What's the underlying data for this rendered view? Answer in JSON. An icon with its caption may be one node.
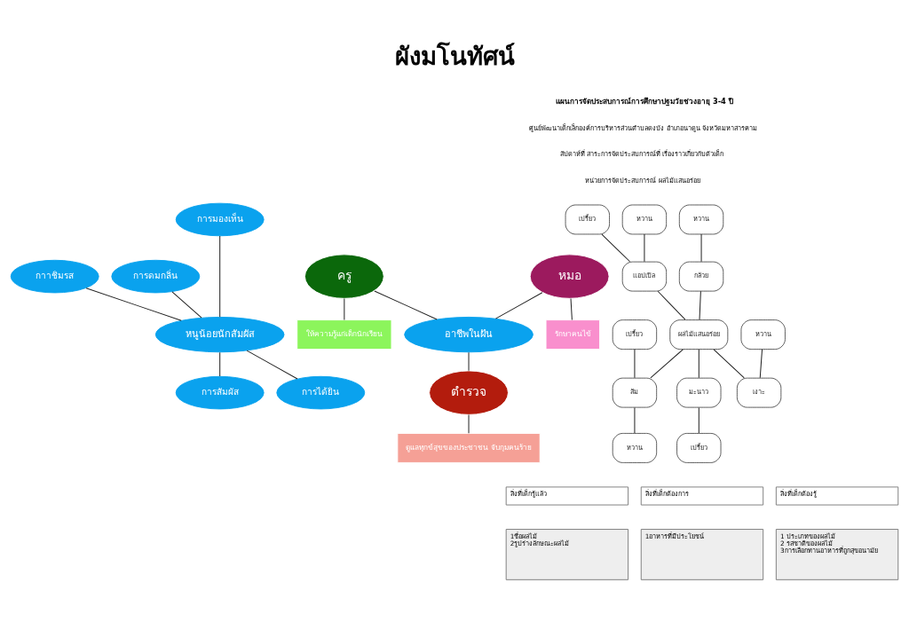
{
  "diagram": {
    "title": "ผังมโนทัศน์",
    "nodes": [
      {
        "text": [
          "การมองเห็น"
        ]
      },
      {
        "text": [
          "กาาชิมรส"
        ]
      },
      {
        "text": [
          "การดมกลิ่น"
        ]
      },
      {
        "text": [
          "หนูน้อยนักสัมผัส"
        ]
      },
      {
        "text": [
          "การสัมผัส"
        ]
      },
      {
        "text": [
          "การได้ยิน"
        ]
      },
      {
        "text": [
          "ครู"
        ]
      },
      {
        "text": [
          "หมอ"
        ]
      },
      {
        "text": [
          "ให้ความรู้แก่เด็กนักเรียน"
        ]
      },
      {
        "text": [
          "รักษาคนไข้"
        ]
      },
      {
        "text": [
          "อาชีพในฝัน"
        ]
      },
      {
        "text": [
          "ตำรวจ"
        ]
      },
      {
        "text": [
          "ดูแลทุกข์สุขของประชาชน จับกุมคนร้าย"
        ]
      },
      {
        "text": [
          "เปรี้ยว"
        ]
      },
      {
        "text": [
          "หวาน"
        ]
      },
      {
        "text": [
          "หวาน"
        ]
      },
      {
        "text": [
          "แอปเปิล"
        ]
      },
      {
        "text": [
          "กล้วย"
        ]
      },
      {
        "text": [
          "ผลไม้แสนอร่อย"
        ]
      },
      {
        "text": [
          "หวาน"
        ]
      },
      {
        "text": [
          "เปรี้ยว"
        ]
      },
      {
        "text": [
          "เงาะ"
        ]
      },
      {
        "text": [
          "ส้ม"
        ]
      },
      {
        "text": [
          "มะนาว"
        ]
      },
      {
        "text": [
          "หวาน"
        ]
      },
      {
        "text": [
          "เปรี้ยว"
        ]
      }
    ],
    "edges": [
      {
        "from": 0,
        "to": 3,
        "arrow": "none"
      },
      {
        "from": 1,
        "to": 3,
        "arrow": "none"
      },
      {
        "from": 2,
        "to": 3,
        "arrow": "none"
      },
      {
        "from": 3,
        "to": 4,
        "arrow": "none"
      },
      {
        "from": 3,
        "to": 5,
        "arrow": "none"
      },
      {
        "from": 6,
        "to": 10,
        "arrow": "none"
      },
      {
        "from": 7,
        "to": 10,
        "arrow": "none"
      },
      {
        "from": 10,
        "to": 11,
        "arrow": "none"
      },
      {
        "from": 6,
        "to": 8,
        "arrow": "none"
      },
      {
        "from": 7,
        "to": 9,
        "arrow": "none"
      },
      {
        "from": 11,
        "to": 12,
        "arrow": "none"
      },
      {
        "from": 13,
        "to": 16,
        "arrow": "none"
      },
      {
        "from": 14,
        "to": 16,
        "arrow": "none"
      },
      {
        "from": 16,
        "to": 18,
        "arrow": "none"
      },
      {
        "from": 15,
        "to": 17,
        "arrow": "none"
      },
      {
        "from": 17,
        "to": 18,
        "arrow": "none"
      },
      {
        "from": 19,
        "to": 21,
        "arrow": "none"
      },
      {
        "from": 18,
        "to": 21,
        "arrow": "none"
      },
      {
        "from": 20,
        "to": 22,
        "arrow": "none"
      },
      {
        "from": 18,
        "to": 22,
        "arrow": "none"
      },
      {
        "from": 22,
        "to": 24,
        "arrow": "none"
      },
      {
        "from": 18,
        "to": 23,
        "arrow": "none"
      },
      {
        "from": 23,
        "to": 25,
        "arrow": "none"
      }
    ],
    "labels": [
      "แผนการจัดประสบการณ์การศึกษาปฐมวัยช่วงอายุ 3-4 ปี",
      "ศูนย์พัฒนาเด็กเล็กองค์การบริหารส่วนตำบลดงบัง อำเภอนาดูน จังหวัดมหาสารคาม",
      "สัปดาห์ที่ สาระการจัดประสบการณ์ที่ เรื่องราวเกี่ยวกับตัวเด็ก",
      "หน่วยการจัดประสบการณ์ ผลไม้แสนอร่อย",
      "สิ่งที่เด็กรู้แล้ว",
      "สิ่งที่เด็กต้องการ",
      "สิ่งที่เด็กต้องรู้",
      "1ชื่อผลไม้ 2รูปร่างลักษณะผลไม้",
      "1อาหารที่มีประโยชน์",
      "1 ประเภทของผลไม้ 2 รสชาติของผลไม้ 3การเลือกทานอาหารที่ถูกสุขอนามัย"
    ]
  }
}
